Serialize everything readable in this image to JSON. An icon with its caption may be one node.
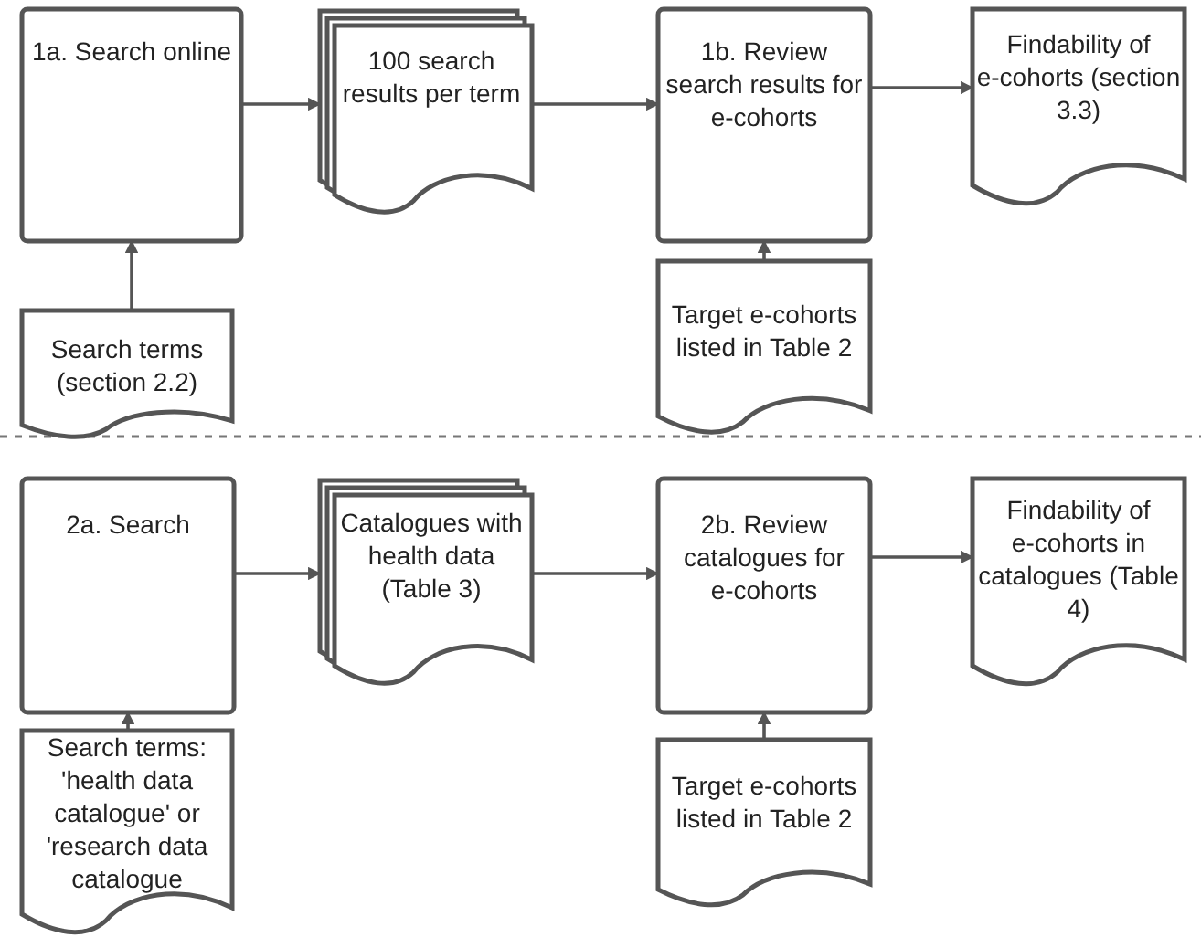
{
  "diagram": {
    "nodes": [
      {
        "text": [
          "1a. Search online"
        ]
      },
      {
        "text": [
          "100 search results per term"
        ]
      },
      {
        "text": [
          "1b. Review search results for e-cohorts"
        ]
      },
      {
        "text": [
          "Findability of e-cohorts (section 3.3)"
        ]
      },
      {
        "text": [
          "Search terms (section 2.2)"
        ]
      },
      {
        "text": [
          "Target e-cohorts listed in Table 2"
        ]
      },
      {
        "text": [
          "2a. Search"
        ]
      },
      {
        "text": [
          "Catalogues with health data (Table 3)"
        ]
      },
      {
        "text": [
          "2b. Review catalogues for e-cohorts"
        ]
      },
      {
        "text": [
          "Findability of e-cohorts in catalogues (Table 4)"
        ]
      },
      {
        "text": [
          "Search terms: 'health data catalogue' or 'research data catalogue"
        ]
      },
      {
        "text": [
          "Target e-cohorts listed in Table 2"
        ]
      }
    ],
    "edges": [
      {
        "from": 0,
        "to": 1,
        "arrow": "to"
      },
      {
        "from": 1,
        "to": 2,
        "arrow": "to"
      },
      {
        "from": 2,
        "to": 3,
        "arrow": "to"
      },
      {
        "from": 4,
        "to": 0,
        "arrow": "to"
      },
      {
        "from": 5,
        "to": 2,
        "arrow": "to"
      },
      {
        "from": 6,
        "to": 7,
        "arrow": "to"
      },
      {
        "from": 7,
        "to": 8,
        "arrow": "to"
      },
      {
        "from": 8,
        "to": 9,
        "arrow": "to"
      },
      {
        "from": 10,
        "to": 6,
        "arrow": "to"
      },
      {
        "from": 11,
        "to": 8,
        "arrow": "to"
      }
    ]
  }
}
